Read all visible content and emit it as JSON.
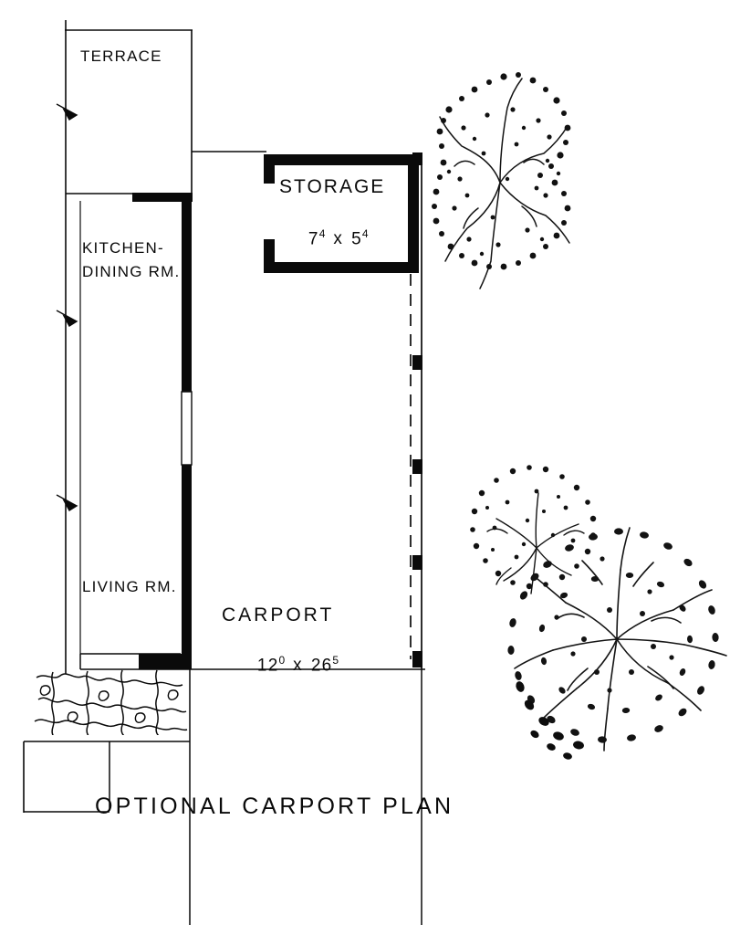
{
  "drawing": {
    "title": "OPTIONAL CARPORT PLAN",
    "type": "architectural-floor-plan",
    "line_color": "#0a0a0a",
    "background_color": "#ffffff"
  },
  "rooms": [
    {
      "id": "terrace",
      "label": "TERRACE",
      "dimensions": ""
    },
    {
      "id": "kitchen-dining",
      "label_line1": "KITCHEN-",
      "label_line2": "DINING RM.",
      "dimensions": ""
    },
    {
      "id": "living-room",
      "label": "LIVING RM.",
      "dimensions": ""
    },
    {
      "id": "storage",
      "label": "STORAGE",
      "dim_width": "7",
      "dim_width_sup": "4",
      "dim_sep": "x",
      "dim_depth": "5",
      "dim_depth_sup": "4"
    },
    {
      "id": "carport",
      "label": "CARPORT",
      "dim_width": "12",
      "dim_width_sup": "0",
      "dim_sep": "x",
      "dim_depth": "26",
      "dim_depth_sup": "5"
    }
  ],
  "landscape": {
    "trees": [
      {
        "id": "tree-upper-right",
        "kind": "stippled-canopy"
      },
      {
        "id": "tree-lower-right-upper",
        "kind": "stippled-canopy"
      },
      {
        "id": "tree-lower-right-main",
        "kind": "branching-canopy"
      }
    ],
    "paving": {
      "id": "flagstone-terrace",
      "kind": "irregular-stone-hatch"
    }
  },
  "annotations": {
    "break_markers": 3,
    "carport_posts": 5,
    "dashed_edge": "carport-open-side"
  }
}
